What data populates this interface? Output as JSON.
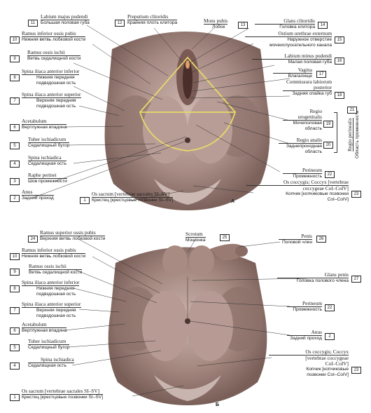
{
  "fig_a": {
    "letter": "А",
    "labels": {
      "l11": {
        "num": "11",
        "lat": "Labium majus pudendi",
        "ru": "Большая половая губа"
      },
      "l10": {
        "num": "10",
        "lat": "Ramus inferior ossis pubis",
        "ru": "Нижняя ветвь лобковой кости"
      },
      "l9": {
        "num": "9",
        "lat": "Ramus ossis ischii",
        "ru": "Ветвь седалищной кости"
      },
      "l8": {
        "num": "8",
        "lat": "Spina iliaca anterior inferior",
        "ru1": "Нижняя передняя",
        "ru2": "подвздошная ость"
      },
      "l7": {
        "num": "7",
        "lat": "Spina iliaca anterior superior",
        "ru1": "Верхняя передняя",
        "ru2": "подвздошная ость"
      },
      "l6": {
        "num": "6",
        "lat": "Acetabulum",
        "ru": "Вертлужная впадина"
      },
      "l5": {
        "num": "5",
        "lat": "Tuber ischiadicum",
        "ru": "Седалищный бугор"
      },
      "l4": {
        "num": "4",
        "lat": "Spina ischiadica",
        "ru": "Седалищная ость"
      },
      "l3": {
        "num": "3",
        "lat": "Raphe perinei",
        "ru": "Шов промежности"
      },
      "l2": {
        "num": "2",
        "lat": "Anus",
        "ru": "Задний проход"
      },
      "l1": {
        "num": "1",
        "lat": "Os sacrum [vertebrae sacrales SI–SV]",
        "ru": "Крестец [крестцовые позвонки SI–SV]"
      },
      "l12": {
        "num": "12",
        "lat": "Preputium clitoridis",
        "ru": "Крайняя плоть клитора"
      },
      "l13": {
        "num": "13",
        "lat": "Mons pubis",
        "ru": "Лобок"
      },
      "l14": {
        "num": "14",
        "lat": "Glans clitoridis",
        "ru": "Головка клитора"
      },
      "l15": {
        "num": "15",
        "lat": "Ostium urethrae externum",
        "ru1": "Наружное отверстие",
        "ru2": "мочеиспускательного канала"
      },
      "l16": {
        "num": "16",
        "lat": "Labium minus pudendi",
        "ru": "Малая половая губа"
      },
      "l17": {
        "num": "17",
        "lat": "Vagina",
        "ru": "Влагалище"
      },
      "l18": {
        "num": "18",
        "lat1": "Commissura labiorum",
        "lat2": "posterior",
        "ru": "Задняя спайка губ"
      },
      "l19": {
        "num": "19",
        "lat1": "Regio",
        "lat2": "urogenitalis",
        "ru1": "Мочеполовая",
        "ru2": "область"
      },
      "l20": {
        "num": "20",
        "lat": "Regio analis",
        "ru1": "Заднепроходная",
        "ru2": "область"
      },
      "l21": {
        "num": "21",
        "lat": "Regio perinealis",
        "ru": "Область промежности"
      },
      "l22": {
        "num": "22",
        "lat": "Perineum",
        "ru": "Промежность"
      },
      "l23": {
        "num": "23",
        "lat1": "Os coccygis; Coccyx [vertebrae",
        "lat2": "coccygeae CoI–CoIV]",
        "ru1": "Копчик [копчиковые позвонки",
        "ru2": "CoI–CoIV]"
      }
    }
  },
  "fig_b": {
    "letter": "Б",
    "labels": {
      "l24": {
        "num": "24",
        "lat": "Ramus superior ossis pubis",
        "ru": "Верхняя ветвь лобковой кости"
      },
      "l10": {
        "num": "10",
        "lat": "Ramus inferior ossis pubis",
        "ru": "Нижняя ветвь лобковой кости"
      },
      "l9": {
        "num": "9",
        "lat": "Ramus ossis ischii",
        "ru": "Ветвь седалищной кости"
      },
      "l8": {
        "num": "8",
        "lat": "Spina iliaca anterior inferior",
        "ru1": "Нижняя передняя",
        "ru2": "подвздошная ость"
      },
      "l7": {
        "num": "7",
        "lat": "Spina iliaca anterior superior",
        "ru1": "Верхняя передняя",
        "ru2": "подвздошная ость"
      },
      "l6": {
        "num": "6",
        "lat": "Acetabulum",
        "ru": "Вертлужная впадина"
      },
      "l5": {
        "num": "5",
        "lat": "Tuber ischiadicum",
        "ru": "Седалищный бугор"
      },
      "l4": {
        "num": "4",
        "lat": "Spina ischiadica",
        "ru": "Седалищная ость"
      },
      "l1": {
        "num": "1",
        "lat": "Os sacrum [vertebrae sacrales SI–SV]",
        "ru": "Крестец [крестцовые позвонки SI–SV]"
      },
      "l25": {
        "num": "25",
        "lat": "Scrotum",
        "ru": "Мошонка"
      },
      "l26": {
        "num": "26",
        "lat": "Penis",
        "ru": "Половой член"
      },
      "l27": {
        "num": "27",
        "lat": "Glans penis",
        "ru": "Головка полового члена"
      },
      "l22": {
        "num": "22",
        "lat": "Perineum",
        "ru": "Промежность"
      },
      "l2": {
        "num": "2",
        "lat": "Anus",
        "ru": "Задний проход"
      },
      "l23": {
        "num": "23",
        "lat1": "Os coccygis; Coccyx",
        "lat2": "[vertebrae coccygeae",
        "lat3": "CoI–CoIV]",
        "ru1": "Копчик [копчиковые",
        "ru2": "позвонки CoI–CoIV]"
      }
    }
  },
  "colors": {
    "skin": "#9d7f78",
    "skin_light": "#c8b1aa",
    "skin_dark": "#6f5650",
    "highlight": "#e8d86a",
    "line": "#333333"
  }
}
